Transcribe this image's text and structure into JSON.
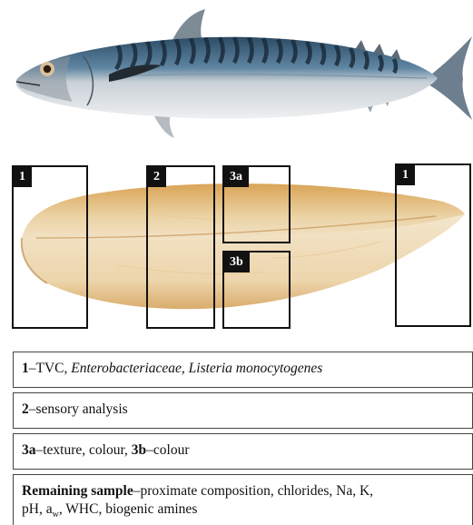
{
  "regions": [
    {
      "tag": "1"
    },
    {
      "tag": "2"
    },
    {
      "tag": "3a"
    },
    {
      "tag": "3b"
    },
    {
      "tag": "1"
    }
  ],
  "legend": {
    "row1": {
      "label": "1",
      "dash": "–",
      "text1": "TVC, ",
      "italic1": "Enterobacteriaceae",
      "sep": ", ",
      "italic2": "Listeria monocytogenes"
    },
    "row2": {
      "label": "2",
      "dash": "–",
      "text": "sensory analysis"
    },
    "row3": {
      "label_a": "3a",
      "dash": "–",
      "text_a": "texture, colour, ",
      "label_b": "3b",
      "text_b": "colour"
    },
    "row4": {
      "label": "Remaining sample",
      "dash": "–",
      "line1": "proximate composition, chlorides, Na, K,",
      "ph": "pH, a",
      "aw_sub": "w",
      "rest": ", WHC, biogenic amines"
    }
  }
}
